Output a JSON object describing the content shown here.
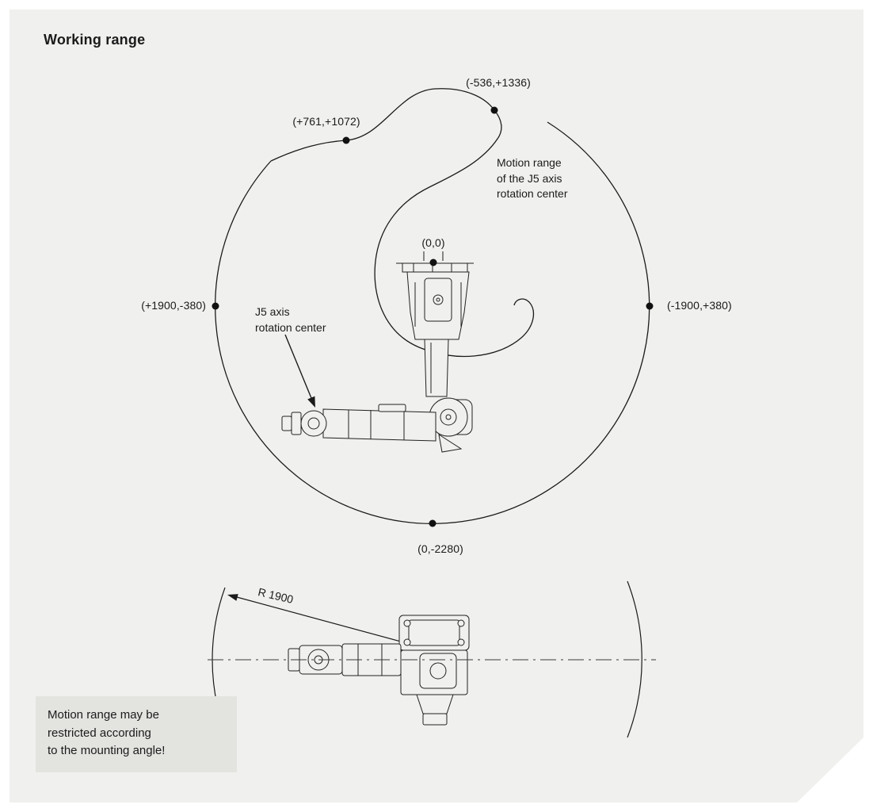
{
  "page": {
    "title": "Working range"
  },
  "points": {
    "top_right": "(-536,+1336)",
    "top_left": "(+761,+1072)",
    "origin": "(0,0)",
    "left": "(+1900,-380)",
    "right": "(-1900,+380)",
    "bottom": "(0,-2280)"
  },
  "annotations": {
    "motion_range": [
      "Motion range",
      "of the J5 axis",
      "rotation center"
    ],
    "j5_pointer": [
      "J5 axis",
      "rotation center"
    ],
    "radius": "R 1900"
  },
  "note": [
    "Motion range may be",
    "restricted according",
    "to the mounting angle!"
  ],
  "colors": {
    "sheet_bg": "#f0f0ee",
    "note_bg": "#e3e3e0",
    "ink": "#1b1b1b"
  }
}
